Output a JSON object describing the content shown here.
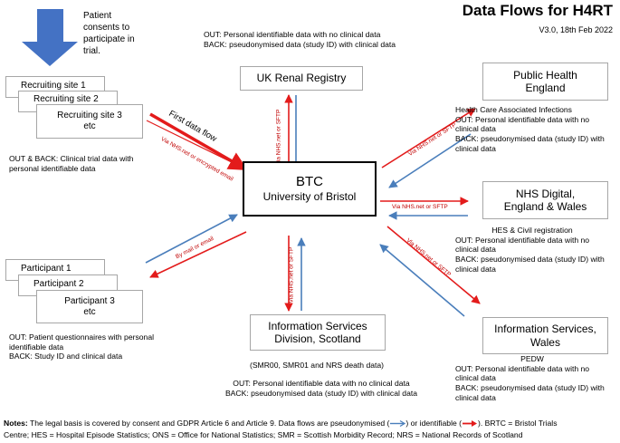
{
  "title": "Data Flows for H4RT",
  "version": "V3.0, 18th Feb 2022",
  "consent_text": "Patient consents to participate in trial.",
  "ukrr": {
    "note_out": "OUT: Personal identifiable data with no clinical data",
    "note_back": "BACK: pseudonymised data (study ID) with clinical data",
    "label": "UK Renal Registry",
    "link": "Via NHS.net or SFTP"
  },
  "recruiting": {
    "site1": "Recruiting site 1",
    "site2": "Recruiting site 2",
    "site3_line1": "Recruiting site 3",
    "site3_line2": "etc",
    "note": "OUT & BACK: Clinical trial data  with personal identifiable data",
    "flow_label": "First data flow",
    "link": "Via NHS.net or encrypted email"
  },
  "phe": {
    "label_line1": "Public Health",
    "label_line2": "England",
    "note_head": "Health Care Associated Infections",
    "note_out": "OUT: Personal identifiable data with no clinical data",
    "note_back": "BACK: pseudonymised data (study ID) with clinical data",
    "link": "Via NHS.net or SFTP"
  },
  "btc": {
    "line1": "BTC",
    "line2": "University of Bristol"
  },
  "nhsd": {
    "label_line1": "NHS Digital,",
    "label_line2": "England & Wales",
    "note_head": "HES & Civil registration",
    "note_out": "OUT: Personal identifiable data with no clinical data",
    "note_back": "BACK: pseudonymised data (study ID) with clinical data",
    "link": "Via NHS.net or SFTP"
  },
  "participants": {
    "p1": "Participant 1",
    "p2": "Participant 2",
    "p3_line1": "Participant 3",
    "p3_line2": "etc",
    "note": "OUT: Patient questionnaires  with personal identifiable data\nBACK: Study ID and clinical data",
    "link": "By mail or email"
  },
  "isd": {
    "label_line1": "Information Services",
    "label_line2": "Division, Scotland",
    "sub": "(SMR00, SMR01 and NRS death data)",
    "note_out": "OUT: Personal identifiable data with no clinical data",
    "note_back": "BACK: pseudonymised data (study ID) with clinical data",
    "link": "Via NHS.net or SFTP"
  },
  "isw": {
    "label_line1": "Information Services,",
    "label_line2": "Wales",
    "note_head": "PEDW",
    "note_out": "OUT: Personal identifiable data with no clinical data",
    "note_back": "BACK: pseudonymised data (study ID) with clinical data",
    "link": "Via NHS.net or SFTP"
  },
  "notes": {
    "label": "Notes:",
    "part1": " The legal basis is covered by consent and GDPR Article 6 and Article 9. Data flows are pseudonymised (",
    "part2": ") or identifiable (",
    "part3": ").  BRTC = Bristol Trials",
    "line2": "Centre; HES = Hospital Episode Statistics; ONS = Office for National Statistics; SMR = Scottish Morbidity Record; NRS = National Records of Scotland"
  },
  "colors": {
    "pseudonymised": "#4a7ebb",
    "identifiable": "#e31b1b",
    "consent_arrow": "#4472c4"
  }
}
